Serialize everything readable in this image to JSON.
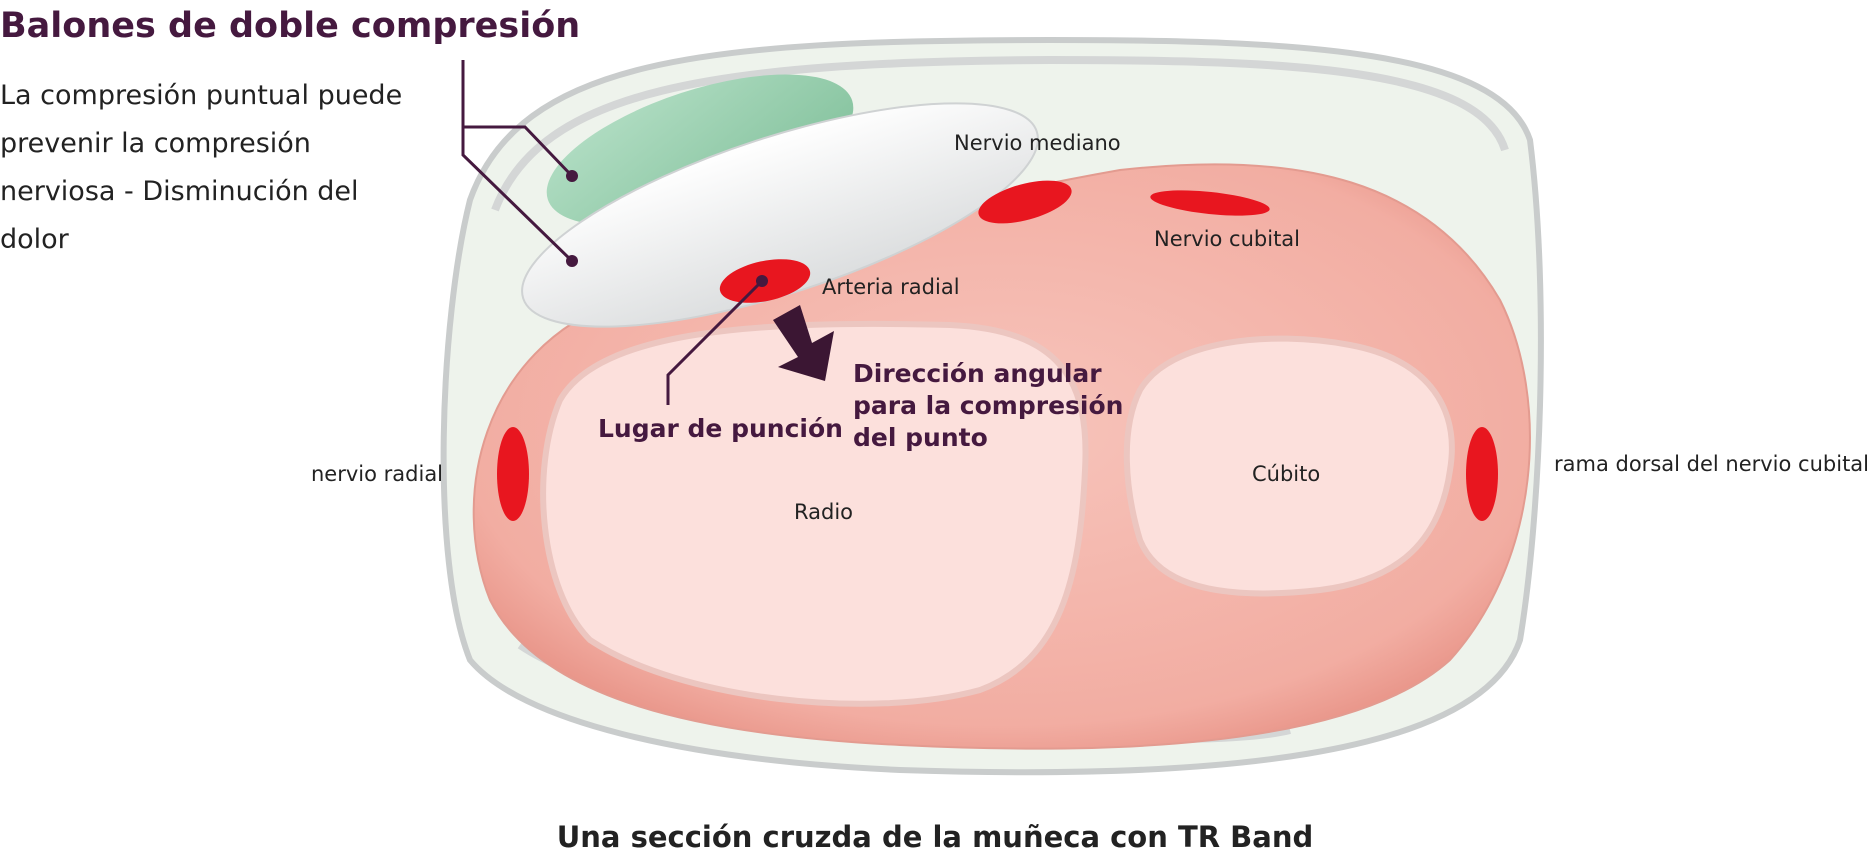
{
  "heading": "Balones de doble compresión",
  "description_lines": [
    "La compresión puntual puede",
    "prevenir la compresión",
    "nerviosa - Disminución del",
    "dolor"
  ],
  "labels": {
    "nervio_mediano": "Nervio mediano",
    "nervio_cubital": "Nervio cubital",
    "arteria_radial": "Arteria radial",
    "direccion_line1": "Dirección angular",
    "direccion_line2": "para la compresión",
    "direccion_line3": "del punto",
    "lugar_puncion": "Lugar de punción",
    "nervio_radial": "nervio radial",
    "radio": "Radio",
    "cubito": "Cúbito",
    "rama_dorsal": "rama dorsal del nervio cubital"
  },
  "caption": "Una sección cruzda de la muñeca con TR Band",
  "colors": {
    "heading": "#45193f",
    "wrist_tissue": "#f4b7ad",
    "bone": "#fce0dc",
    "vessel_nerve": "#e8161f",
    "green_balloon": "#8fcaa8",
    "white_balloon": "#f2f3f3",
    "band_background": "#eef3ec",
    "leader_line": "#45193f"
  }
}
